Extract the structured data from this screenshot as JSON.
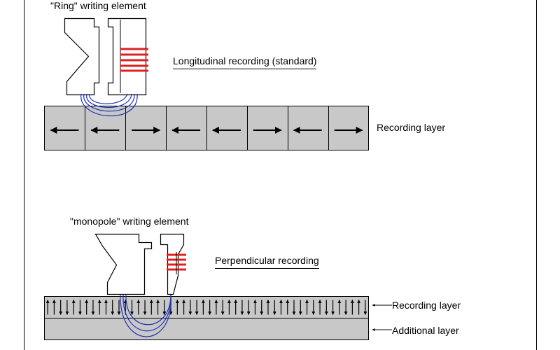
{
  "longitudinal": {
    "head_label": "\"Ring\" writing element",
    "title": "Longitudinal recording (standard)",
    "layer_label": "Recording layer",
    "domain_directions": [
      "left",
      "left",
      "right",
      "left",
      "left",
      "right",
      "left",
      "right"
    ]
  },
  "perpendicular": {
    "head_label": "\"monopole\" writing element",
    "title": "Perpendicular recording",
    "recording_layer_label": "Recording layer",
    "additional_layer_label": "Additional layer",
    "bit_directions": [
      "up",
      "up",
      "down",
      "down",
      "up",
      "down",
      "up",
      "down",
      "up",
      "up",
      "down",
      "down",
      "up",
      "down",
      "up",
      "down",
      "up",
      "up",
      "down",
      "down",
      "up",
      "up",
      "down",
      "down",
      "up",
      "down",
      "up",
      "down",
      "up",
      "up",
      "down",
      "down",
      "up",
      "down",
      "up",
      "down",
      "up",
      "up",
      "down",
      "down",
      "up",
      "down",
      "up",
      "down",
      "down",
      "up",
      "down",
      "up",
      "up",
      "down"
    ]
  },
  "colors": {
    "layer_fill": "#c8c8c8",
    "coil": "#e02020",
    "flux": "#2233aa",
    "line": "#000000"
  }
}
